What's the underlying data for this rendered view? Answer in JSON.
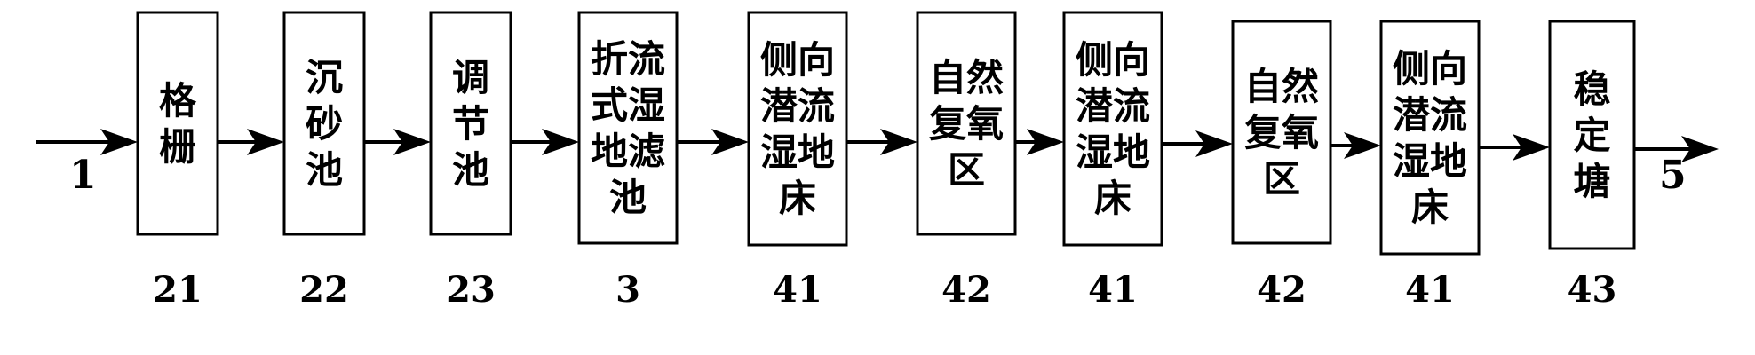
{
  "diagram": {
    "input_label": "1",
    "output_label": "5",
    "units": [
      {
        "lines": [
          "格",
          "栅"
        ],
        "number": "21"
      },
      {
        "lines": [
          "沉",
          "砂",
          "池"
        ],
        "number": "22"
      },
      {
        "lines": [
          "调",
          "节",
          "池"
        ],
        "number": "23"
      },
      {
        "lines": [
          "折流",
          "式湿",
          "地滤",
          "池"
        ],
        "number": "3"
      },
      {
        "lines": [
          "侧向",
          "潜流",
          "湿地",
          "床"
        ],
        "number": "41"
      },
      {
        "lines": [
          "自然",
          "复氧",
          "区"
        ],
        "number": "42"
      },
      {
        "lines": [
          "侧向",
          "潜流",
          "湿地",
          "床"
        ],
        "number": "41"
      },
      {
        "lines": [
          "自然",
          "复氧",
          "区"
        ],
        "number": "42"
      },
      {
        "lines": [
          "侧向",
          "潜流",
          "湿地",
          "床"
        ],
        "number": "41"
      },
      {
        "lines": [
          "稳",
          "定",
          "塘"
        ],
        "number": "43"
      }
    ]
  }
}
